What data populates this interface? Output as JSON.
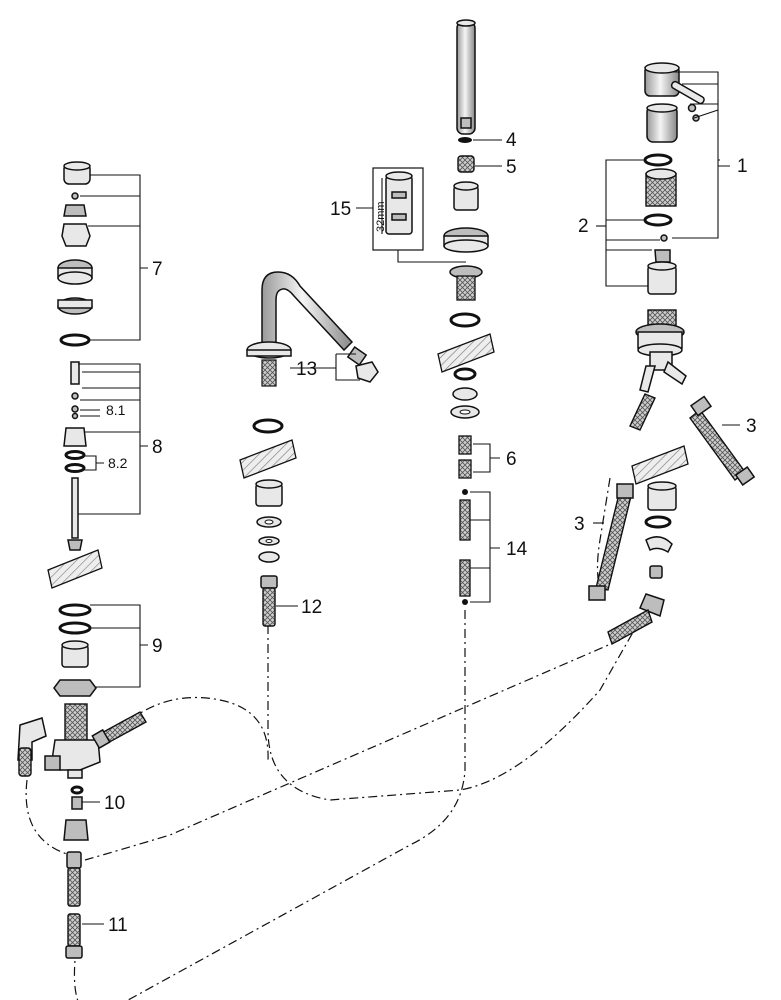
{
  "labels": {
    "p1": "1",
    "p2": "2",
    "p3a": "3",
    "p3b": "3",
    "p4": "4",
    "p5": "5",
    "p6": "6",
    "p7": "7",
    "p8": "8",
    "p8_1": "8.1",
    "p8_2": "8.2",
    "p9": "9",
    "p10": "10",
    "p11": "11",
    "p12": "12",
    "p13": "13",
    "p14": "14",
    "p15": "15",
    "dim_32mm": "32mm"
  }
}
